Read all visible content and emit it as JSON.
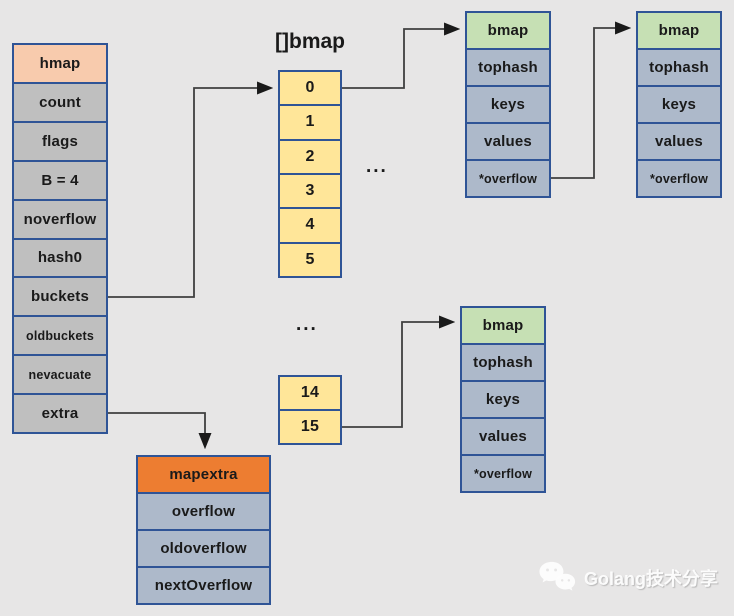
{
  "title": "[]bmap",
  "colors": {
    "bg": "#E7E6E6",
    "border": "#2F5496",
    "peach": "#F8CBAD",
    "gray": "#BFBFBF",
    "yellow": "#FFE699",
    "green": "#C6E0B4",
    "bluegray": "#ADB9CA",
    "orange": "#ED7D31",
    "line": "#404040"
  },
  "hmap": {
    "header": "hmap",
    "fields": [
      "count",
      "flags",
      "B = 4",
      "noverflow",
      "hash0",
      "buckets",
      "oldbuckets",
      "nevacuate",
      "extra"
    ]
  },
  "bucket_array_top": {
    "cells": [
      "0",
      "1",
      "2",
      "3",
      "4",
      "5"
    ]
  },
  "bucket_array_bottom": {
    "cells": [
      "14",
      "15"
    ]
  },
  "ellipsis": {
    "top": "...",
    "bottom": "..."
  },
  "bmap_nodes": [
    {
      "header": "bmap",
      "fields": [
        "tophash",
        "keys",
        "values",
        "*overflow"
      ]
    },
    {
      "header": "bmap",
      "fields": [
        "tophash",
        "keys",
        "values",
        "*overflow"
      ]
    },
    {
      "header": "bmap",
      "fields": [
        "tophash",
        "keys",
        "values",
        "*overflow"
      ]
    }
  ],
  "mapextra": {
    "header": "mapextra",
    "fields": [
      "overflow",
      "oldoverflow",
      "nextOverflow"
    ]
  },
  "watermark": {
    "icon": "wechat-icon",
    "text": "Golang技术分享"
  }
}
